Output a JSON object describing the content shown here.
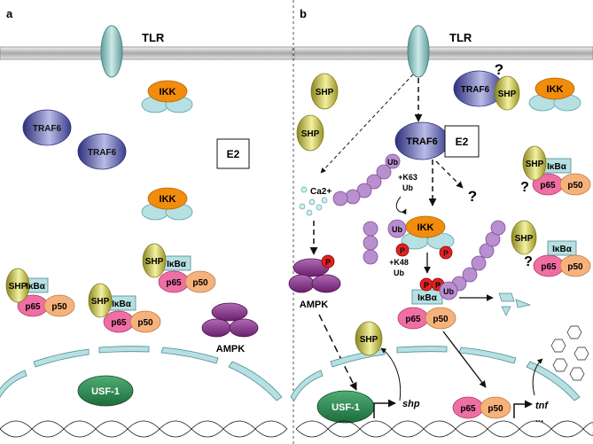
{
  "panels": {
    "a": {
      "letter": "a",
      "receptor": "TLR",
      "traf6_1": "TRAF6",
      "traf6_2": "TRAF6",
      "ikk_1": "IKK",
      "ikk_2": "IKK",
      "e2": "E2",
      "complex_1": {
        "shp": "SHP",
        "ikba": "IκBα",
        "p65": "p65",
        "p50": "p50"
      },
      "complex_2": {
        "shp": "SHP",
        "ikba": "IκBα",
        "p65": "p65",
        "p50": "p50"
      },
      "complex_3": {
        "shp": "SHP",
        "ikba": "IκBα",
        "p65": "p65",
        "p50": "p50"
      },
      "ampk": "AMPK",
      "usf1": "USF-1"
    },
    "b": {
      "letter": "b",
      "receptor": "TLR",
      "shp_1": "SHP",
      "shp_2": "SHP",
      "traf6_shp": {
        "traf6": "TRAF6",
        "shp": "SHP",
        "q": "?"
      },
      "ikk_top": "IKK",
      "traf6_main": "TRAF6",
      "e2": "E2",
      "ub": "Ub",
      "k63": "+K63",
      "k63_ub": "Ub",
      "q_branch": "?",
      "ca": "Ca2+",
      "ikk_mid": "IKK",
      "ub_ikk": "Ub",
      "p_small": "P",
      "k48": "+K48",
      "k48_ub": "Ub",
      "ikba_p": "IκBα",
      "ub_ikba": "Ub",
      "p65": "p65",
      "p50": "p50",
      "ampk": "AMPK",
      "ampk_p": "P",
      "shp_nuc": "SHP",
      "usf1": "USF-1",
      "shp_gene": "shp",
      "p65_nuc": "p65",
      "p50_nuc": "p50",
      "tnf": "tnf",
      "dots": "...",
      "right_1": {
        "shp": "SHP",
        "ikba": "IκBα",
        "p65": "p65",
        "p50": "p50",
        "q": "?"
      },
      "right_2": {
        "shp": "SHP",
        "ikba": "IκBα",
        "p65": "p65",
        "p50": "p50",
        "q": "?"
      }
    }
  },
  "colors": {
    "membrane": "#c8c8c8",
    "tlr": "#8fc9c7",
    "traf6": "#5b5fa8",
    "ikk": "#f28c0d",
    "shp": "#c5c040",
    "ikba": "#b7e0e3",
    "p65": "#ef6fa4",
    "p50": "#f6b27c",
    "ub": "#b98fd0",
    "ampk": "#8b2f8c",
    "usf1": "#2e8a53",
    "phospho": "#e02323"
  }
}
